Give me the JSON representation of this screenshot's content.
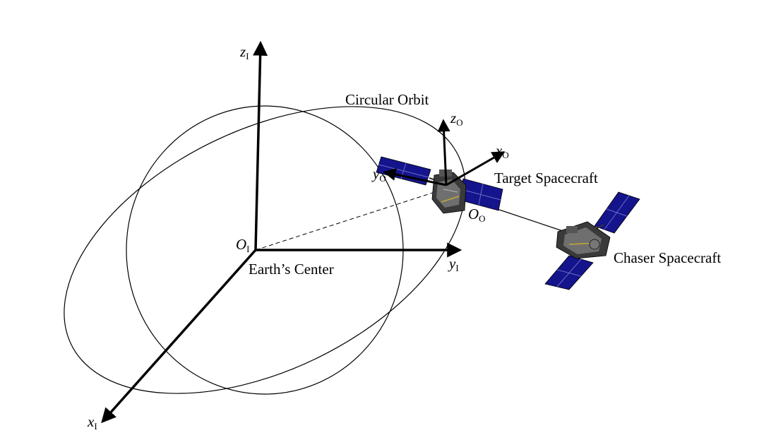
{
  "labels": {
    "orbit": "Circular Orbit",
    "target": "Target Spacecraft",
    "chaser": "Chaser Spacecraft",
    "earth": "Earth’s Center"
  },
  "axes": {
    "zI": {
      "sym": "z",
      "sub": "I"
    },
    "yI": {
      "sym": "y",
      "sub": "I"
    },
    "xI": {
      "sym": "x",
      "sub": "I"
    },
    "OI": {
      "sym": "O",
      "sub": "I"
    },
    "zO": {
      "sym": "z",
      "sub": "O"
    },
    "xO": {
      "sym": "x",
      "sub": "O"
    },
    "yO": {
      "sym": "y",
      "sub": "O"
    },
    "OO": {
      "sym": "O",
      "sub": "O"
    }
  },
  "colors": {
    "panel": "#14148c",
    "panel_grid": "#6a6ac8",
    "body": "#3a3a3a",
    "body_light": "#9a9a9a",
    "line": "#000000"
  },
  "icons": {
    "target": "satellite-icon",
    "chaser": "satellite-icon"
  }
}
